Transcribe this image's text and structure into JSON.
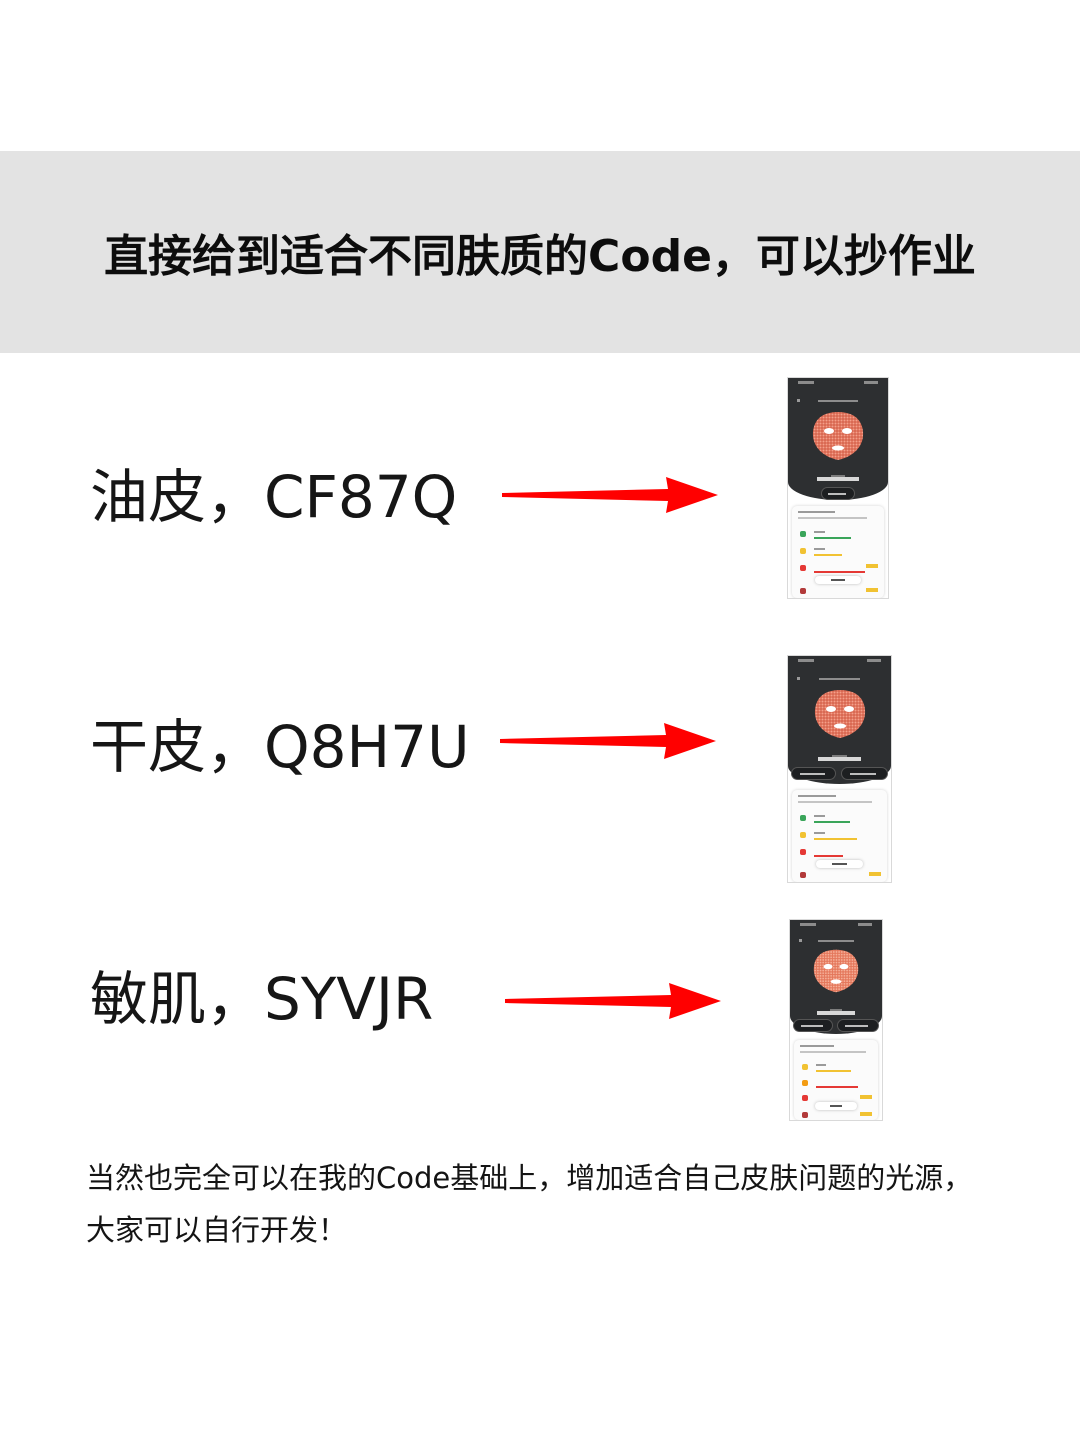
{
  "banner": {
    "title": "直接给到适合不同肤质的Code，可以抄作业"
  },
  "rows": [
    {
      "label": "油皮，CF87Q",
      "skin": "油皮",
      "code": "CF87Q"
    },
    {
      "label": "干皮，Q8H7U",
      "skin": "干皮",
      "code": "Q8H7U"
    },
    {
      "label": "敏肌，SYVJR",
      "skin": "敏肌",
      "code": "SYVJR"
    }
  ],
  "footer": {
    "line1": "当然也完全可以在我的Code基础上，增加适合自己皮肤问题的光源，",
    "line2": "大家可以自行开发！"
  },
  "colors": {
    "banner_bg": "#e3e3e3",
    "arrow": "#ff0000",
    "phone_dark": "#2d2f31",
    "mask": "#e8806a",
    "green": "#3aa55a",
    "yellow": "#f1c232",
    "red": "#e53935"
  },
  "icons": {
    "arrow": "right-arrow-icon",
    "mask": "led-face-mask-icon",
    "back": "back-chevron-icon"
  }
}
